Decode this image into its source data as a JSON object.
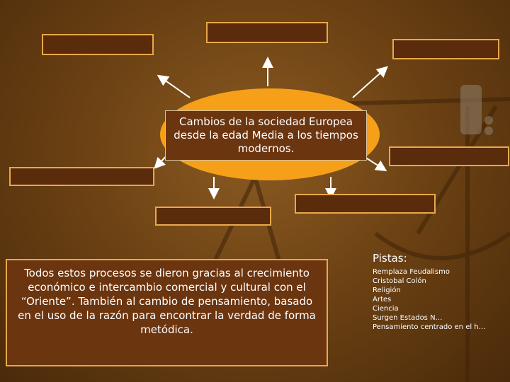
{
  "center": {
    "text": "Cambios  de la sociedad Europea desde la edad Media a los tiempos modernos."
  },
  "summary": {
    "text": "Todos estos procesos se dieron gracias al crecimiento económico e intercambio comercial y cultural con el “Oriente”. También al cambio de pensamiento, basado en el uso de la razón para encontrar la verdad de forma metódica."
  },
  "hints": {
    "title": "Pistas:",
    "items": [
      "Remplaza Feudalismo",
      "Cristobal Colón",
      "Religión",
      "Artes",
      "Ciencia",
      "Surgen Estados N…",
      "Pensamiento centrado en el h…"
    ]
  },
  "colors": {
    "background": "#6e4314",
    "box_fill": "#5a2c0c",
    "box_border": "#e8a84a",
    "ellipse": "#f5a018",
    "arrow": "#ffffff"
  }
}
